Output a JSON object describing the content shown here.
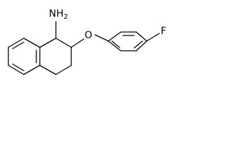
{
  "molecule": {
    "labels": {
      "amine_prefix": "NH",
      "amine_subscript": "2",
      "ether_oxygen": "O",
      "fluorine": "F"
    }
  }
}
